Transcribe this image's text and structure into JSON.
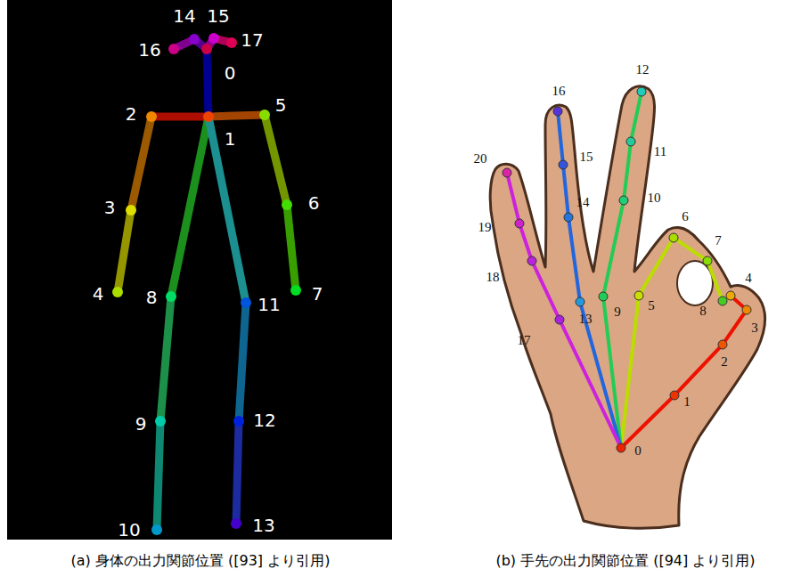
{
  "diagram": {
    "labels": [
      "0",
      "1",
      "2",
      "3",
      "4",
      "5",
      "6",
      "7",
      "8",
      "9",
      "10",
      "11",
      "12",
      "13",
      "14",
      "15",
      "16",
      "17",
      "0",
      "1",
      "2",
      "3",
      "4",
      "5",
      "6",
      "7",
      "8",
      "9",
      "10",
      "11",
      "12",
      "13",
      "14",
      "15",
      "16",
      "17",
      "18",
      "19",
      "20",
      "(a) 身体の出力関節位置 ([93] より引用)",
      "(b) 手先の出力関節位置 ([94] より引用)"
    ]
  }
}
